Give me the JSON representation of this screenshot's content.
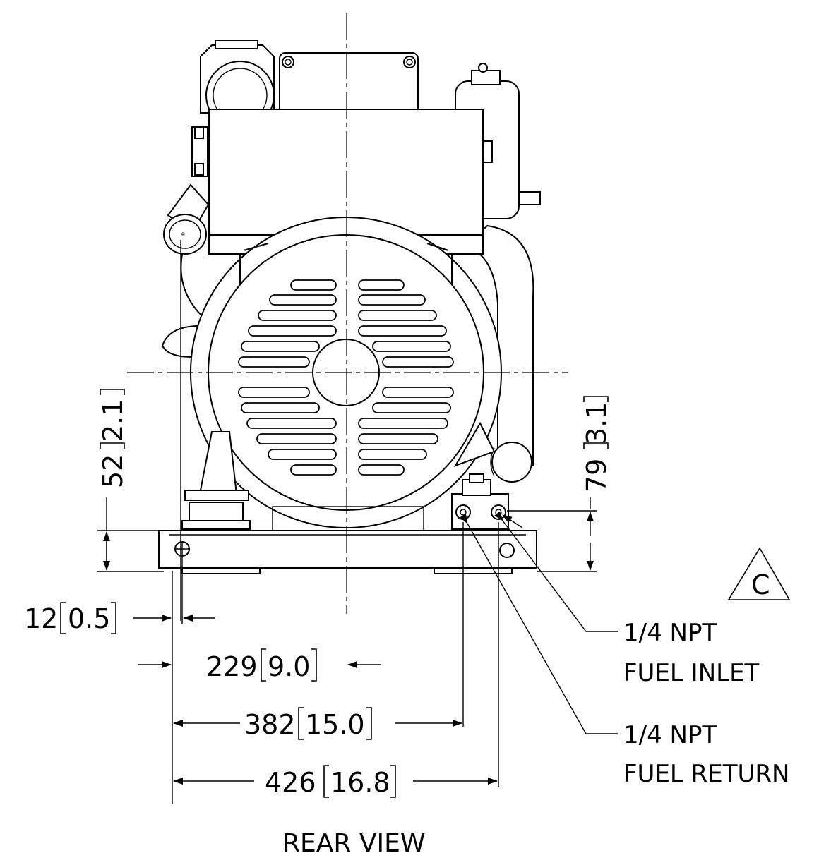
{
  "view_title": "REAR VIEW",
  "revision": "C",
  "dimensions": {
    "d52": {
      "mm": "52",
      "in": "2.1"
    },
    "d79": {
      "mm": "79",
      "in": "3.1"
    },
    "d12": {
      "mm": "12",
      "in": "0.5"
    },
    "d229": {
      "mm": "229",
      "in": "9.0"
    },
    "d382": {
      "mm": "382",
      "in": "15.0"
    },
    "d426": {
      "mm": "426",
      "in": "16.8"
    }
  },
  "callouts": {
    "inlet": {
      "line1": "1/4 NPT",
      "line2": "FUEL INLET"
    },
    "return": {
      "line1": "1/4 NPT",
      "line2": "FUEL RETURN"
    }
  }
}
